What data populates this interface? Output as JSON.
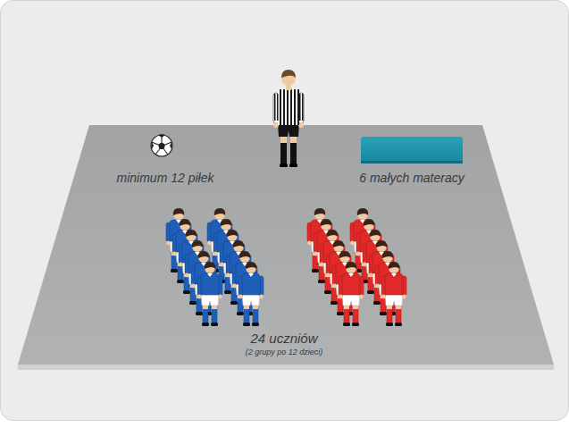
{
  "diagram": {
    "labels": [
      "minimum 12 piłek",
      "6 małych materacy",
      "24 uczniów",
      "(2 grupy po 12 dzieci)"
    ]
  }
}
